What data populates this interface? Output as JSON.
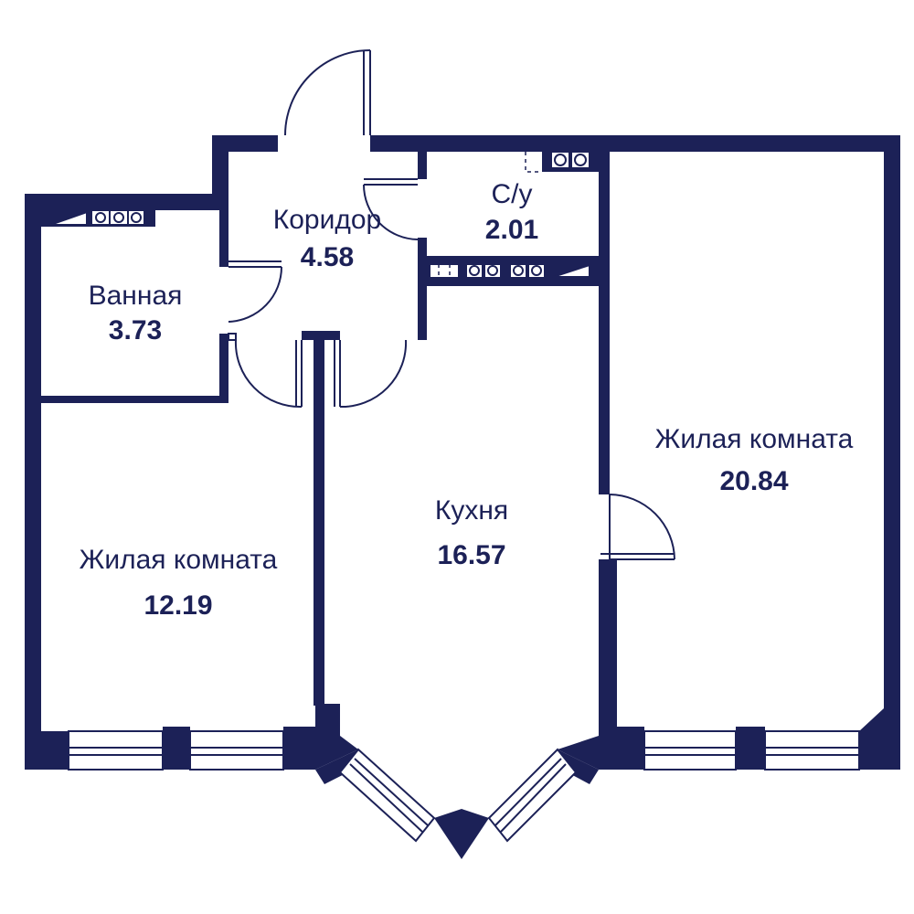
{
  "colors": {
    "wall": "#1c2157",
    "background": "#ffffff"
  },
  "rooms": [
    {
      "id": "corridor",
      "name": "Коридор",
      "area": "4.58"
    },
    {
      "id": "wc",
      "name": "С/у",
      "area": "2.01"
    },
    {
      "id": "bathroom",
      "name": "Ванная",
      "area": "3.73"
    },
    {
      "id": "bedroom",
      "name": "Жилая комната",
      "area": "12.19"
    },
    {
      "id": "kitchen",
      "name": "Кухня",
      "area": "16.57"
    },
    {
      "id": "living",
      "name": "Жилая комната",
      "area": "20.84"
    }
  ]
}
